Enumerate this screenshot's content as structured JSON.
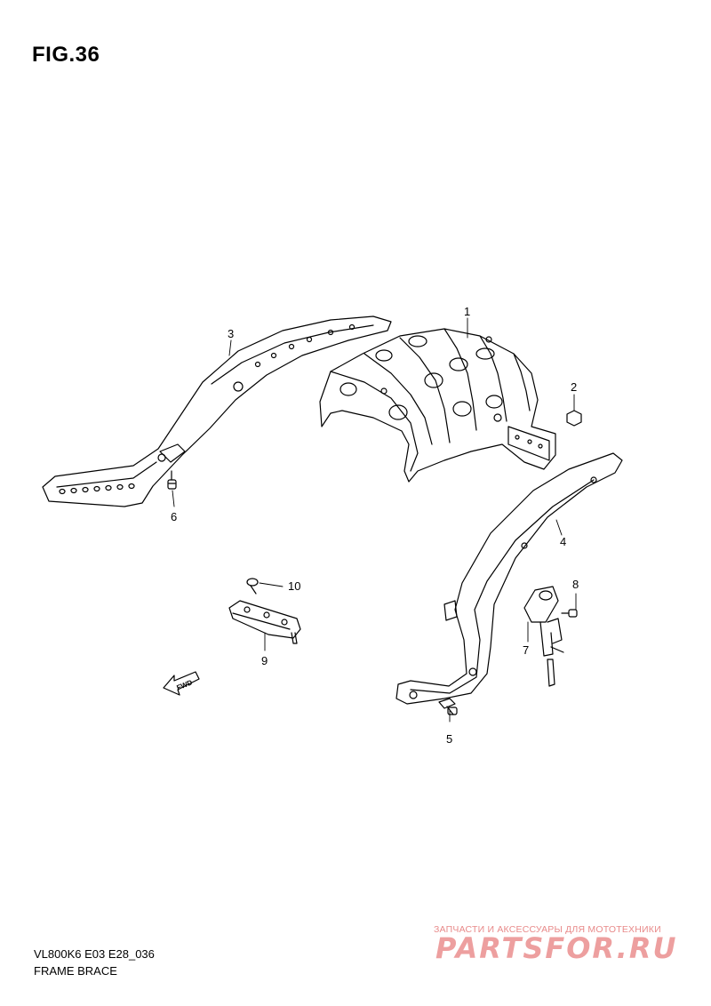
{
  "figure": {
    "title": "FIG.36",
    "code": "VL800K6 E03 E28_036",
    "name": "FRAME BRACE"
  },
  "callouts": [
    "1",
    "2",
    "3",
    "4",
    "5",
    "6",
    "7",
    "8",
    "9",
    "10"
  ],
  "fwd_arrow": {
    "label": "FWD"
  },
  "watermark": {
    "subtitle": "ЗАПЧАСТИ И АКСЕССУАРЫ ДЛЯ МОТОТЕХНИКИ",
    "brand": "PARTSFOR.RU",
    "color": "#e05252"
  }
}
